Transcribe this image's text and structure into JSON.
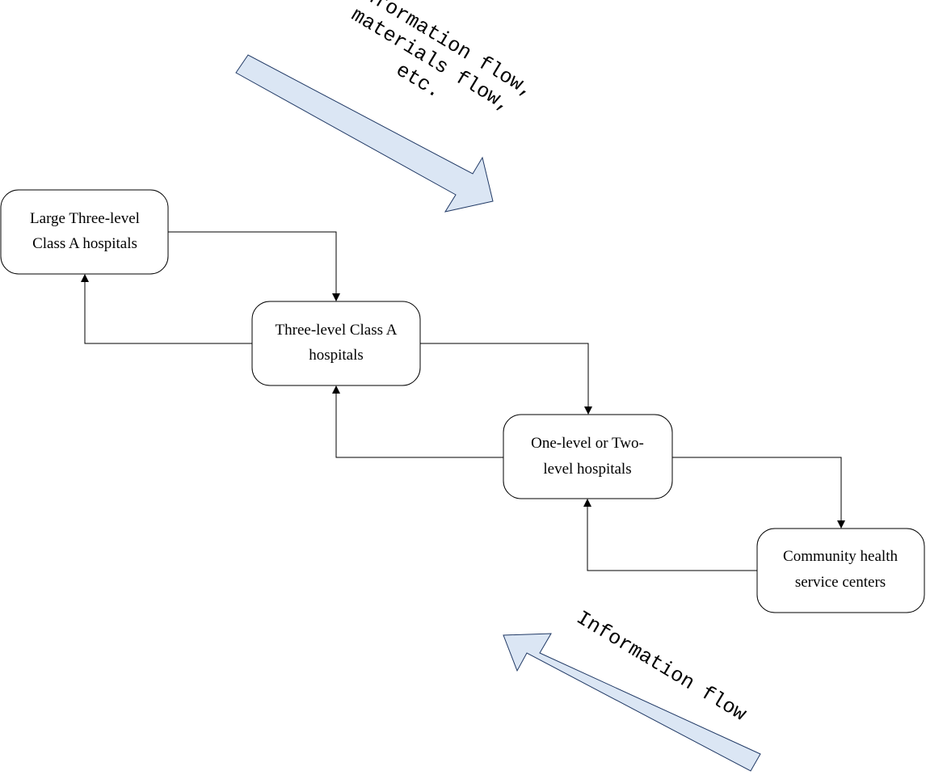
{
  "colors": {
    "flow_arrow_fill": "#dbe6f4",
    "flow_arrow_stroke": "#1f3864",
    "line": "#000000",
    "box_fill": "#ffffff"
  },
  "nodes": {
    "large_three_level": {
      "line1": "Large Three-level",
      "line2": "Class A hospitals"
    },
    "three_level": {
      "line1": "Three-level Class A",
      "line2": "hospitals"
    },
    "one_two_level": {
      "line1": "One-level or Two-",
      "line2": "level hospitals"
    },
    "community": {
      "line1": "Community health",
      "line2": "service centers"
    }
  },
  "flows": {
    "downward": {
      "line1": "Information flow,",
      "line2": "materials flow,",
      "line3": "etc."
    },
    "upward": {
      "line1": "Information flow"
    }
  }
}
